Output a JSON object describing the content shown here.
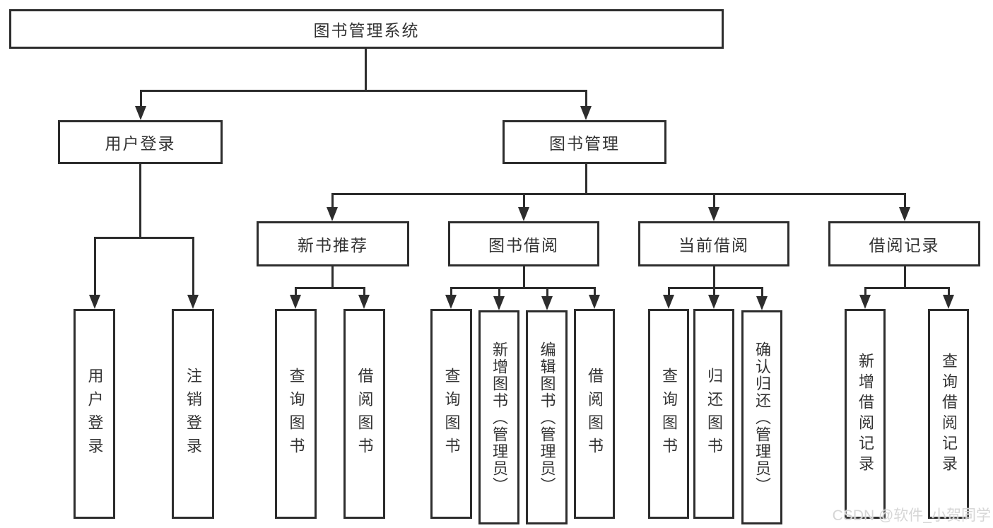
{
  "diagram": {
    "root": "图书管理系统",
    "level2": [
      {
        "label": "用户登录"
      },
      {
        "label": "图书管理"
      }
    ],
    "level3": [
      {
        "label": "新书推荐"
      },
      {
        "label": "图书借阅"
      },
      {
        "label": "当前借阅"
      },
      {
        "label": "借阅记录"
      }
    ],
    "leaves": [
      {
        "label": "用户登录"
      },
      {
        "label": "注销登录"
      },
      {
        "label": "查询图书"
      },
      {
        "label": "借阅图书"
      },
      {
        "label": "查询图书"
      },
      {
        "label": "新增图书（管理员）"
      },
      {
        "label": "编辑图书（管理员）"
      },
      {
        "label": "借阅图书"
      },
      {
        "label": "查询图书"
      },
      {
        "label": "归还图书"
      },
      {
        "label": "确认归还（管理员）"
      },
      {
        "label": "新增借阅记录"
      },
      {
        "label": "查询借阅记录"
      }
    ]
  },
  "watermark": {
    "text": "CSDN @软件_小贺同学"
  },
  "colors": {
    "line": "#2d2d2d",
    "text": "#333333",
    "background": "#ffffff",
    "watermark": "#d6d6d6"
  }
}
